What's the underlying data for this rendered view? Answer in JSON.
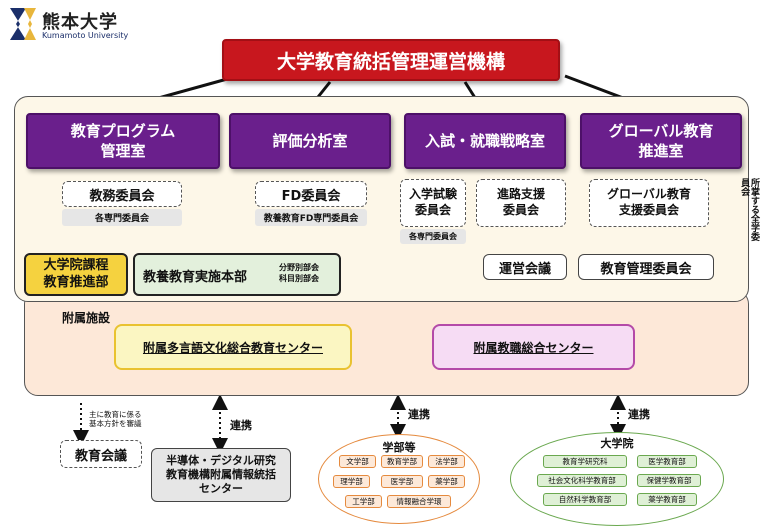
{
  "logo": {
    "name": "熊本大学",
    "sub": "Kumamoto University"
  },
  "top": "大学教育統括管理運営機構",
  "offices": [
    {
      "name": "教育プログラム\n管理室"
    },
    {
      "name": "評価分析室"
    },
    {
      "name": "入試・就職戦略室"
    },
    {
      "name": "グローバル教育\n推進室"
    }
  ],
  "committees": {
    "kyomu": "教務委員会",
    "kyomu_sub": "各専門委員会",
    "fd": "FD委員会",
    "fd_sub": "教養教育FD専門委員会",
    "nyushi": "入学試験\n委員会",
    "nyushi_sub": "各専門委員会",
    "shinro": "進路支援\n委員会",
    "global": "グローバル教育\n支援委員会",
    "side_vertical": "所掌する全学委員会"
  },
  "units": {
    "daigakuin": "大学院課程\n教育推進部",
    "kyoyo": "教養教育実施本部",
    "kyoyo_sub": "分野別部会\n科目別部会",
    "unei": "運営会議",
    "kanri": "教育管理委員会"
  },
  "facilities": {
    "label": "附属施設",
    "multilingual": "附属多言語文化総合教育センター",
    "teacher": "附属教職総合センター"
  },
  "links": {
    "note": "主に教育に係る\n基本方針を審議",
    "renkei": "連携",
    "kyoiku_kaigi": "教育会議",
    "semiconductor": "半導体・デジタル研究\n教育機構附属情報統括\nセンター"
  },
  "faculties": {
    "title": "学部等",
    "items": [
      "文学部",
      "教育学部",
      "法学部",
      "理学部",
      "医学部",
      "薬学部",
      "工学部",
      "情報融合学環"
    ]
  },
  "graduate": {
    "title": "大学院",
    "items": [
      "教育学研究科",
      "医学教育部",
      "社会文化科学教育部",
      "保健学教育部",
      "自然科学教育部",
      "薬学教育部"
    ]
  },
  "colors": {
    "red": "#c8171e",
    "purple": "#6a1f8c",
    "yellow": "#f5d23f",
    "pink": "#f3d7f0"
  }
}
